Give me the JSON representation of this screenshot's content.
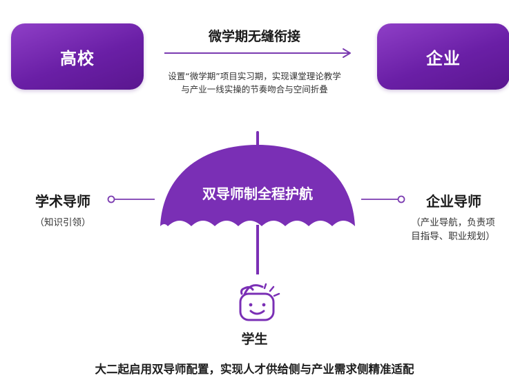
{
  "top": {
    "left_box": "高校",
    "right_box": "企业",
    "arrow_title": "微学期无缝衔接",
    "desc_line1": "设置“微学期”项目实习期，实现课堂理论教学",
    "desc_line2": "与产业一线实操的节奏吻合与空间折叠"
  },
  "umbrella": {
    "label": "双导师制全程护航"
  },
  "left_mentor": {
    "title": "学术导师",
    "sub": "（知识引领）"
  },
  "right_mentor": {
    "title": "企业导师",
    "sub_line1": "（产业导航，负责项",
    "sub_line2": "目指导、职业规划）"
  },
  "student": {
    "label": "学生",
    "icon": "smiling-student-icon"
  },
  "footer": {
    "text": "大二起启用双导师配置，实现人才供给侧与产业需求侧精准适配"
  },
  "colors": {
    "primary": "#6a1fa6",
    "accent": "#8f3fc7",
    "connector": "#7a3ab0"
  }
}
